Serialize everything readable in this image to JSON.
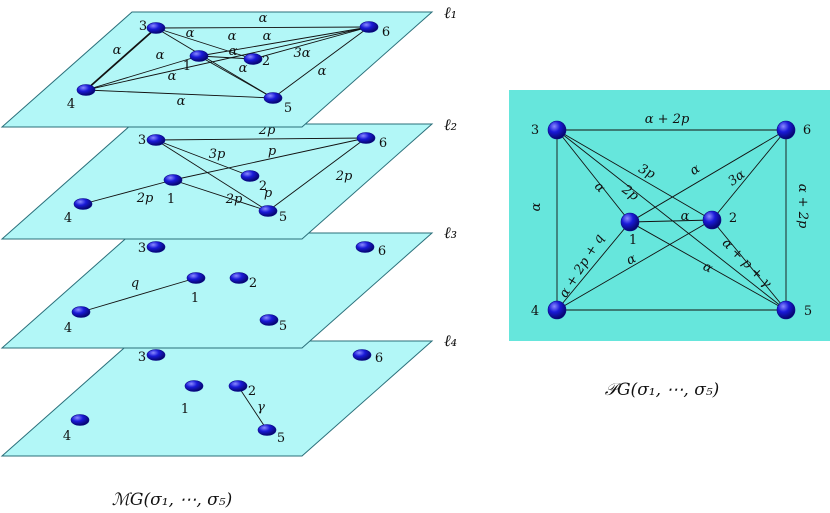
{
  "colors": {
    "plane": "#b2f7f7",
    "plane_edge": "#2a6f7a",
    "right_bg": "#66e6dc",
    "node": "#1515d6",
    "node_dark": "#0a0a88",
    "edge": "#111111"
  },
  "caption_left": "ℳG(σ₁, ⋯, σ₅)",
  "caption_right": "𝒫G(σ₁, ⋯, σ₅)",
  "layers": [
    {
      "label": "ℓ₁",
      "nodes": [
        {
          "id": "3",
          "label": "3"
        },
        {
          "id": "6",
          "label": "6"
        },
        {
          "id": "1",
          "label": "1"
        },
        {
          "id": "2",
          "label": "2"
        },
        {
          "id": "4",
          "label": "4"
        },
        {
          "id": "5",
          "label": "5"
        }
      ],
      "edges": [
        {
          "a": "3",
          "b": "6",
          "label": "α"
        },
        {
          "a": "3",
          "b": "5",
          "label": "α"
        },
        {
          "a": "3",
          "b": "4",
          "label": "α"
        },
        {
          "a": "3",
          "b": "2",
          "label": "α"
        },
        {
          "a": "4",
          "b": "1",
          "label": "α"
        },
        {
          "a": "4",
          "b": "6",
          "label": "α"
        },
        {
          "a": "4",
          "b": "5",
          "label": "α"
        },
        {
          "a": "1",
          "b": "6",
          "label": "α"
        },
        {
          "a": "1",
          "b": "2",
          "label": "α"
        },
        {
          "a": "1",
          "b": "5",
          "label": "α"
        },
        {
          "a": "2",
          "b": "6",
          "label": "3α"
        },
        {
          "a": "5",
          "b": "6",
          "label": "α"
        }
      ]
    },
    {
      "label": "ℓ₂",
      "nodes": [
        {
          "id": "3",
          "label": "3"
        },
        {
          "id": "6",
          "label": "6"
        },
        {
          "id": "1",
          "label": "1"
        },
        {
          "id": "2",
          "label": "2"
        },
        {
          "id": "4",
          "label": "4"
        },
        {
          "id": "5",
          "label": "5"
        }
      ],
      "edges": [
        {
          "a": "3",
          "b": "6",
          "label": "2p"
        },
        {
          "a": "3",
          "b": "2",
          "label": "3p"
        },
        {
          "a": "1",
          "b": "6",
          "label": "p"
        },
        {
          "a": "4",
          "b": "1",
          "label": "2p"
        },
        {
          "a": "1",
          "b": "5",
          "label": "2p"
        },
        {
          "a": "3",
          "b": "5",
          "label": "p"
        },
        {
          "a": "5",
          "b": "6",
          "label": "2p"
        }
      ]
    },
    {
      "label": "ℓ₃",
      "nodes": [
        {
          "id": "3",
          "label": "3"
        },
        {
          "id": "6",
          "label": "6"
        },
        {
          "id": "1",
          "label": "1"
        },
        {
          "id": "2",
          "label": "2"
        },
        {
          "id": "4",
          "label": "4"
        },
        {
          "id": "5",
          "label": "5"
        }
      ],
      "edges": [
        {
          "a": "4",
          "b": "1",
          "label": "q"
        }
      ]
    },
    {
      "label": "ℓ₄",
      "nodes": [
        {
          "id": "3",
          "label": "3"
        },
        {
          "id": "6",
          "label": "6"
        },
        {
          "id": "1",
          "label": "1"
        },
        {
          "id": "2",
          "label": "2"
        },
        {
          "id": "4",
          "label": "4"
        },
        {
          "id": "5",
          "label": "5"
        }
      ],
      "edges": [
        {
          "a": "2",
          "b": "5",
          "label": "γ"
        }
      ]
    }
  ],
  "projected": {
    "nodes": [
      {
        "id": "3",
        "label": "3"
      },
      {
        "id": "6",
        "label": "6"
      },
      {
        "id": "1",
        "label": "1"
      },
      {
        "id": "2",
        "label": "2"
      },
      {
        "id": "4",
        "label": "4"
      },
      {
        "id": "5",
        "label": "5"
      }
    ],
    "edges": [
      {
        "a": "3",
        "b": "6",
        "label": "α + 2p"
      },
      {
        "a": "3",
        "b": "4",
        "label": "α"
      },
      {
        "a": "6",
        "b": "5",
        "label": "α + 2p"
      },
      {
        "a": "4",
        "b": "5",
        "label": ""
      },
      {
        "a": "3",
        "b": "2",
        "label": "3p"
      },
      {
        "a": "3",
        "b": "1",
        "label": "α"
      },
      {
        "a": "3",
        "b": "5",
        "label": "2p"
      },
      {
        "a": "1",
        "b": "6",
        "label": "α"
      },
      {
        "a": "2",
        "b": "6",
        "label": "3α"
      },
      {
        "a": "1",
        "b": "2",
        "label": "α"
      },
      {
        "a": "4",
        "b": "1",
        "label": "α + 2p + q"
      },
      {
        "a": "4",
        "b": "2",
        "label": "α"
      },
      {
        "a": "1",
        "b": "5",
        "label": "α"
      },
      {
        "a": "2",
        "b": "5",
        "label": "α + p + γ"
      }
    ]
  }
}
